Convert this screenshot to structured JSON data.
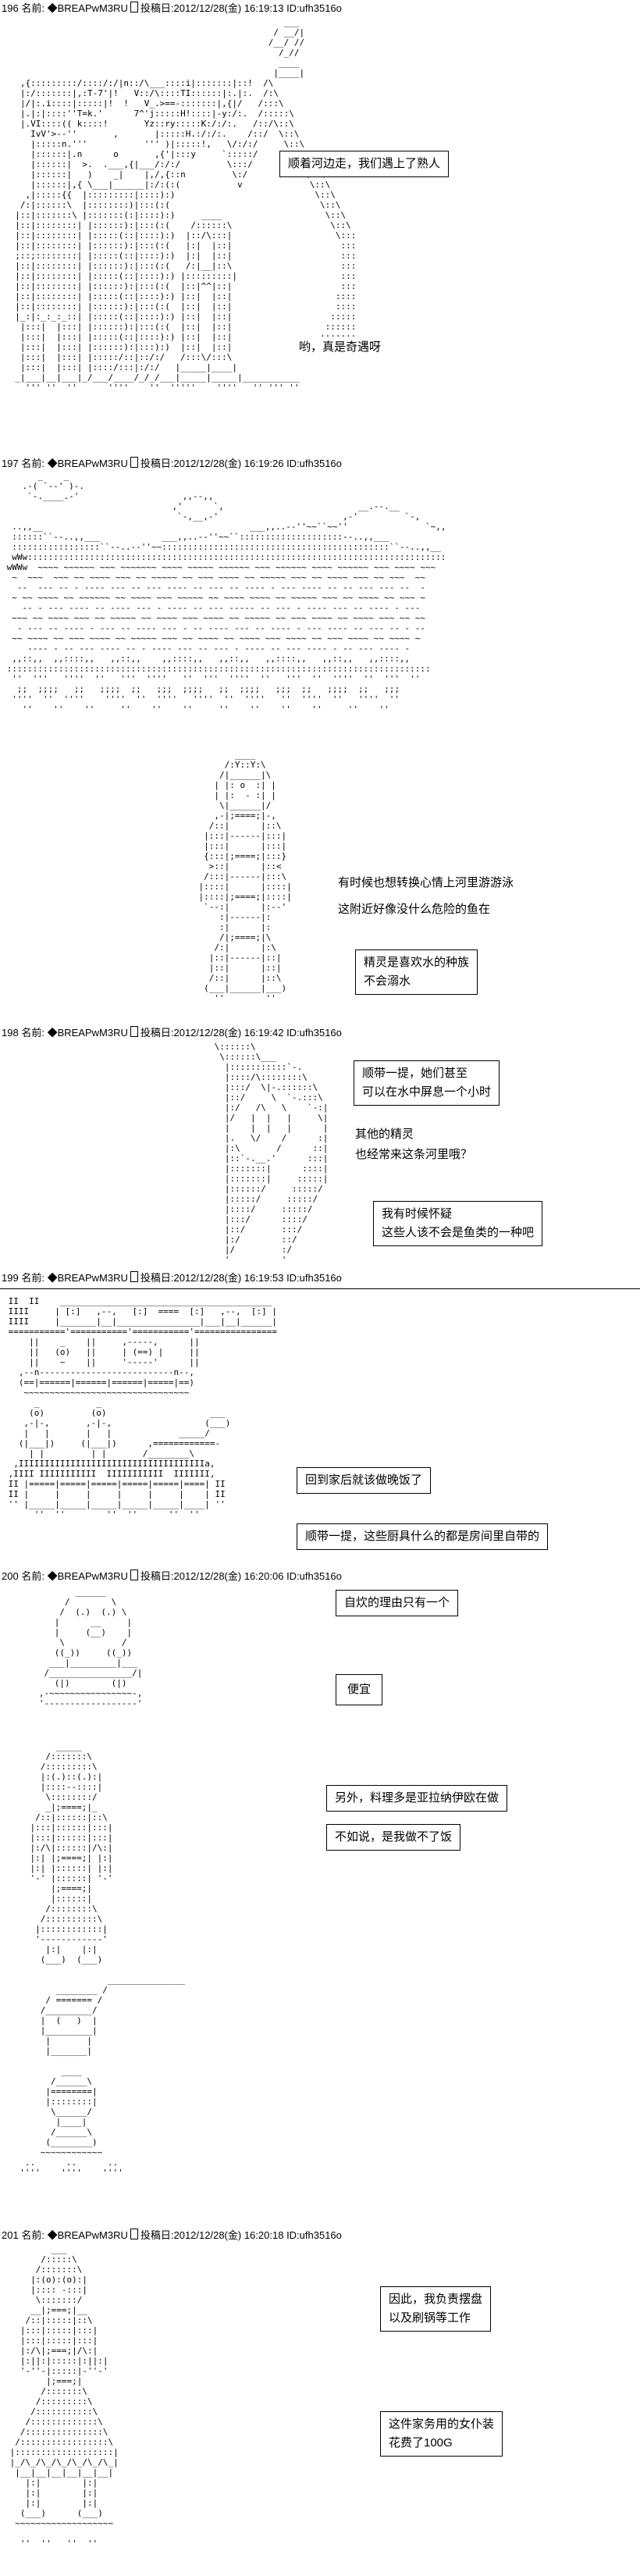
{
  "page": {
    "background": "#ffffff",
    "text_color": "#000000"
  },
  "posts": [
    {
      "number": "196",
      "name_label": "名前:",
      "tripcode": "◆BREAPwM3RU",
      "date": "投稿日:2012/12/28(金) 16:19:13",
      "id": "ID:ufh3516o",
      "arts": [
        [
          "                                                      ___",
          "                                                    / __/|",
          "                                                   /__/ //",
          "                                                     /_//",
          "                                                     ____",
          "                                                    |____|",
          "   ,{:::::::::/::::/:/|n::/\\___::::i|:::::::|::!  /\\",
          "   |:/:::::::|,:T-7'|!   V::/\\::::TI::::::|:.|:.  /:\\",
          "   |/|:.i::::|:::::|!  !   V_.>==-:::::::|,{|/   /:::\\",
          "   |.|:|::::''T=k.'      7^'j:::::H!::::|-y:/:.  /:::::\\",
          "   |.VI::::(( k::::!       Yz::ry:::::K:/:/:.   /::/\\::\\",
          "     IvV'>--''       ,       |:::::H.:/:/:.    /::/  \\::\\",
          "     |:::::n.'''           ''' )|:::::!,   \\/:/:/     \\::\\",
          "     |::::::|.n      o       ,{'|:::y     `:::::/       \\::\\",
          "     |::::::|  >.  .___,{|___/:/:/         \\:::/         \\::\\",
          "     |::::::|   )    _|    |,/,{::n         \\:/           \\::\\",
          "     |::::::|,{ \\___|______|:/:(:(           v             \\::\\",
          "    ,|:::::{{  |:::::::::|::::):)                           \\::\\",
          "   /:|::::::\\  |::::::::)|:::(:(                             \\::\\",
          "  |::|:::::::\\ |:::::::(:|::::):)     ____                    \\::\\",
          "  |::|::::::::| |::::::):|:::(:(    /::::::\\                   \\::\\",
          "  |::|::::::::| |:::::(::|::::):)  |::/\\:::|                    \\:::",
          "  |::|::::::::| |::::::):|:::(:(   |:|  |::|                     :::",
          "  ;::;::::::::| |:::::(::|::::):)  |:|  |::|                     :::",
          "  |::|::::::::| |::::::):|:::(:(   /:|__|::\\                     :::",
          "  |::|::::::::| |:::::(::|::::):) |:::::::::|                    :::",
          "  |::|::::::::| |::::::):|:::(:(  |::|^^|::|                     :::",
          "  |::|::::::::| |:::::(::|::::):) |::|  |::|                    ::::",
          "  |::|::::::::| |::::::):|:::(:(  |::|  |::|                    ::::",
          "  |_:|:_:_:_::| |:::::(::|::::):) |::|  |::|                   :::::",
          "   |:::|  |:::| |::::::):|:::(:(  |::|  |::|                  ::::::",
          "   |:::|  |:::| |:::::(::|::::):) |::|  |::|                 :::::::",
          "   |:::|  |:::| |::::::):|:::):)  |::|  |::|",
          "   |:::|  |:::| |:::::/::|::/:/   /:::\\/:::\\",
          "   |:::|  |:::| |::::/:::|:/:/   |_____|____|",
          "  _|___|__|___|_/___/____/_/_/___|_____|_____|___________",
          "    ''' ''  ''      ''''    ''  '''''    ''''   '' ''' ''"
        ]
      ],
      "dialogs": [
        [
          "顺着河边走，我们遇上了熟人"
        ],
        [
          "哟，真是奇遇呀"
        ]
      ]
    },
    {
      "number": "197",
      "name_label": "名前:",
      "tripcode": "◆BREAPwM3RU",
      "date": "投稿日:2012/12/28(金) 16:19:26",
      "id": "ID:ufh3516o",
      "arts": [
        [
          "       _    _",
          "    .-( `--' )-.",
          "     `-.____.-'                    ,,--,,",
          "                                 ,'      `,                          __.--.__",
          "                                  `-,__,-'                        ,-'         `-,",
          "  ..,,__                                        ___,,..--''~~``~~''               `~,,",
          "  ::::::``--..,,___            ___,,..--''~~``::::::::::::::::::::--..,,___",
          "  :::::::::::::::::``--..--''~~::::::::::::::::::::::::::::::::::::::::::::``--..,,__",
          "  wWw:::::::::::::::::::::::::::::::::::::::::::::::::::::::::::::::::::::::::::::::::",
          " wWWw  ~~~~ ~~~~~~ ~~~ ~~~~~~~ ~~~~ ~~~~~ ~~~~~~ ~~~ ~~~~~~ ~~~~ ~~~~~~ ~~~ ~~~~ ~~~",
          "  ~  ~~~  ~~~ ~~ ~~~~ ~~~ ~~ ~~~~~ ~~ ~~~ ~~~~ ~~ ~~~~~ ~~~ ~~ ~~~~ ~~~ ~~ ~~~  ~~",
          "   --  --- -- - ---- --- -- --- ---- -- --- -- ---- - --- ---- -- -- --- --- --  -",
          "  ~ ~~ ~~~~ ~~ ~~~~~~ ~~ ~~~~ ~~~ ~~~~~ ~~ ~~~~ ~~~~ ~~ ~~~~~ ~~~ ~~ ~~~~ ~~ ~~~ ~",
          "    -- - --- ---- -- ---- --- - ---- -- --- ----- -- --- - ---- --- -- ---- - ---",
          "  ~~~ ~~ ~~~~ ~~~ ~~ ~~~~~ ~~ ~~~~ ~~~ ~~~~ ~~ ~~~~~ ~~ ~~~ ~~~~ ~~ ~~~~ ~~~ ~~ ~~",
          "   - --- -- ---- - --- -- ---- --- - -- ---- --- -- ---- - --- ---- -- --- -- - --",
          "  ~~ ~~~~ ~~ ~~~ ~~~~ ~~ ~~~~~ ~~~ ~~ ~~~~ ~~ ~~~~ ~~~ ~~~~ ~~ ~~~ ~~~~ ~~ ~~~~ ~",
          "     ---- - -- --- ---- -- - ---- --- -- --- - ---- -- --- ---- - -- --- ---- -",
          "  ,,::,,  ,,::::,,   ,,::,,    ,,::::,,   ,,::,,   ,,::::,,   ,,::,,   ,,::::,,",
          " ::::::::::::::::::::::::::::::::::::::::::::::::::::::::::::::::::::::::::::::::::",
          "  ''  '''   ''''  ''   '''  ''''   ''  '''  ''''  ''   '''  ''  ''''  ''  '''  ''",
          "   ;;  ;;;;   ;;   ;;;;  ;;   ;;;  ;;;;   ;;  ;;;;   ;;;  ;;   ;;;;  ;;   ;;;",
          "  ''''  ''  ''''    ''''  ''  ''''   ''''  ''  ''''   ''  ''''  ''   ''''  ''",
          "    ''    ''    ''     ''    ''    ''     ''    ''    ''    ''     ''    ''"
        ],
        [
          "           ____",
          "         /:Y::Y:\\",
          "        /|______|\\",
          "       | |: o  :| |",
          "       | |:  - :| |",
          "        \\|______|/",
          "       ,-|;====;|-,",
          "      /::|      |::\\",
          "     |:::|------|:::|",
          "     |:::|      |:::|",
          "     {:::|;====;|:::}",
          "      >::|      |::<",
          "     /:::|------|:::\\",
          "    |::::|      |::::|",
          "    |::::|;====;|::::|",
          "     `--:|      |:--'",
          "        :|------|:",
          "        :|      |:",
          "        /|;====;|\\",
          "       /:|      |:\\",
          "      |::|------|::|",
          "      |::|      |::|",
          "      /::|      |::\\",
          "     (___|______|___)",
          "       ''        ''"
        ]
      ],
      "dialogs": [
        [
          "有时候也想转换心情上河里游游泳"
        ],
        [
          "这附近好像没什么危险的鱼在"
        ],
        [
          "精灵是喜欢水的种族",
          "不会溺水"
        ]
      ]
    },
    {
      "number": "198",
      "name_label": "名前:",
      "tripcode": "◆BREAPwM3RU",
      "date": "投稿日:2012/12/28(金) 16:19:42",
      "id": "ID:ufh3516o",
      "arts": [
        [
          " \\::::::\\",
          "  \\::::::\\___",
          "   |:::::::::::`-.",
          "   |::::/\\::::::::\\",
          "   |:::/  \\|-.::::::\\",
          "   |::/     \\  `-.:::\\",
          "   |:/   /\\   \\    `-:|",
          "   |/   |  |   |     \\|",
          "   |    |  |   |      |",
          "   |.   \\/    /      :|",
          "   |:\\       /      ::|",
          "   |::`-.__.'      :::|",
          "   |:::::::|      ::::|",
          "   |:::::::|     :::::|",
          "   |::::::/     :::::/",
          "   |:::::/     :::::/",
          "   |::::/     :::::/",
          "   |:::/      ::::/",
          "   |::/       :::/",
          "   |:/        ::/",
          "   |/         :/",
          "   '          '"
        ]
      ],
      "dialogs": [
        [
          "顺带一提，她们甚至",
          "可以在水中屏息一个小时"
        ],
        [
          "其他的精灵",
          "也经常来这条河里哦？"
        ],
        [
          "我有时候怀疑",
          "这些人该不会是鱼类的一种吧"
        ]
      ]
    },
    {
      "number": "199",
      "name_label": "名前:",
      "tripcode": "◆BREAPwM3RU",
      "date": "投稿日:2012/12/28(金) 16:19:53",
      "id": "ID:ufh3516o",
      "arts": [
        [
          " II  II    _________________________________________",
          " IIII     | [:]   ,--,   [:]  ====  [:]   ,--,  [:] |",
          " IIII     |_______|__|________________|___|__|______|",
          " ==========='==========='==========='================",
          "     ||    _    ||     ,-----,      ||",
          "     ||   (o)   ||     | (==) |     ||",
          "     ||    ~    ||     '-----'      ||",
          "   ,--n--------------------------n--,",
          "   (==|======|======|======|=====|==)",
          "    ~~~~~~~~~~~~~~~~~~~~~~~~~~~~~~~~",
          "      _           _",
          "     (o)         (o)                    ___",
          "    ,-|-,       ,-|-,                  (___)",
          "    |   |       |   |             _____/",
          "   (|___|)     (|___|)      ,============-",
          "     | |         | |       /________\\",
          "  ,IIIIIIIIIIIIIIIIIIIIIIIIIIIIIIIIIIIIa,",
          " ,IIII IIIIIIIIIII  IIIIIIIIIII  IIIIIII,",
          " II |=====|=====|=====|=====|=====|====| II",
          " II |     |     |     |     |     |    | II",
          " '' |_____|_____|_____|_____|_____|____| ''",
          "      ''  ''        ''  ''      ''  ''"
        ]
      ],
      "dialogs": [
        [
          "回到家后就该做晚饭了"
        ],
        [
          "顺带一提，这些厨具什么的都是房间里自带的"
        ]
      ]
    },
    {
      "number": "200",
      "name_label": "名前:",
      "tripcode": "◆BREAPwM3RU",
      "date": "投稿日:2012/12/28(金) 16:20:06",
      "id": "ID:ufh3516o",
      "arts": [
        [
          "          ______",
          "        /        \\",
          "       /  (.)  (.) \\",
          "      |      __     |",
          "      |     (__)    |",
          "       \\           /",
          "      ((_))     ((_))",
          "     ___|_________|___",
          "    /________________/|",
          "      (|)        (|)",
          "   ,-~~~~~~~~~~~~~~~~-,",
          "   '------------------'"
        ],
        [
          "         _____",
          "       /:::::::\\",
          "      /:::::::::\\",
          "      |:(.)::(.):|",
          "      |::::--::::|",
          "       \\::::::::/",
          "       _|;====;|_",
          "     /::|::::::|::\\",
          "    |:::|::::::|:::|",
          "    |:::|::::::|:::|",
          "    |:/\\|::::::|/\\:|",
          "    |:| |;====;| |:|",
          "    |:| |::::::| |:|",
          "    '-' |::::::| '-'",
          "        |;====;|",
          "        |::::::|",
          "       /::::::::\\",
          "      /::::::::::\\",
          "     |::::::::::::|",
          "     '------------'",
          "       |:|    |:|",
          "      (___)  (___)",
          "",
          "                   _______________",
          "         ________ /",
          "       / ======= /",
          "      /_________/",
          "      |  (   )  |",
          "      |_________|",
          "       |       |",
          "       |_______|",
          "",
          "          ____",
          "        /______\\",
          "       |========|",
          "       |::::::::|",
          "        \\______/",
          "         |____|",
          "        /______\\",
          "       (________)",
          "      ~~~~~~~~~~~~",
          "   ..      ..      ..",
          "  ''''    ''''    ''''",
          ""
        ]
      ],
      "dialogs": [
        [
          "自炊的理由只有一个"
        ],
        [
          "便宜"
        ],
        [
          "另外，料理多是亚拉纳伊欧在做"
        ],
        [
          "不如说，是我做不了饭"
        ]
      ]
    },
    {
      "number": "201",
      "name_label": "名前:",
      "tripcode": "◆BREAPwM3RU",
      "date": "投稿日:2012/12/28(金) 16:20:18",
      "id": "ID:ufh3516o",
      "arts": [
        [
          "         ___",
          "       /:::::\\",
          "      /:::::::\\",
          "     |:(o):(o):|",
          "     |:::: -:::|",
          "      \\:::::::/",
          "     __|;===;|__",
          "    /::|:::::|::\\",
          "   |:::|:::::|:::|",
          "   |:::|:::::|:::|",
          "   |:/\\|;===;|/\\:|",
          "   |:||:|:::::|:||:|",
          "   '-''-|:::::|-''-'",
          "        |;===;|",
          "       /:::::::\\",
          "      /:::::::::\\",
          "     /:::::::::::\\",
          "    /:::::::::::::\\",
          "   /:::::::::::::::\\",
          "  /:::::::::::::::::\\",
          " |:::::::::::::::::::|",
          " |_/\\_/\\_/\\_/\\_/\\_/\\_|",
          "  |__|__|__|__|__|__|",
          "    |:|        |:|",
          "    |:|        |:|",
          "    |:|        |:|",
          "   (___)      (___)",
          "  ~~~~~~~~~~~~~~~~~~~",
          "",
          "   ''  ''   ''  ''"
        ]
      ],
      "dialogs": [
        [
          "因此，我负责摆盘",
          "以及刷锅等工作"
        ],
        [
          "这件家务用的女仆装",
          "花费了100G"
        ]
      ]
    }
  ]
}
